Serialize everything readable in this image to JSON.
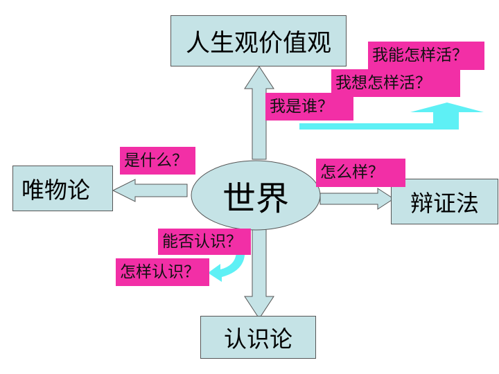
{
  "center": {
    "label": "世界"
  },
  "boxes": {
    "top": "人生观价值观",
    "left": "唯物论",
    "right": "辩证法",
    "bottom": "认识论"
  },
  "questions": {
    "what": "是什么？",
    "how": "怎么样？",
    "can_know": "能否认识？",
    "how_know": "怎样认识？",
    "who_am_i": "我是谁？",
    "how_want_live": "我想怎样活？",
    "how_can_live": "我能怎样活？"
  },
  "colors": {
    "box_fill": "#c5e3e6",
    "question_fill": "#f22fa6",
    "cyan_arrow": "#5ef0f5"
  }
}
